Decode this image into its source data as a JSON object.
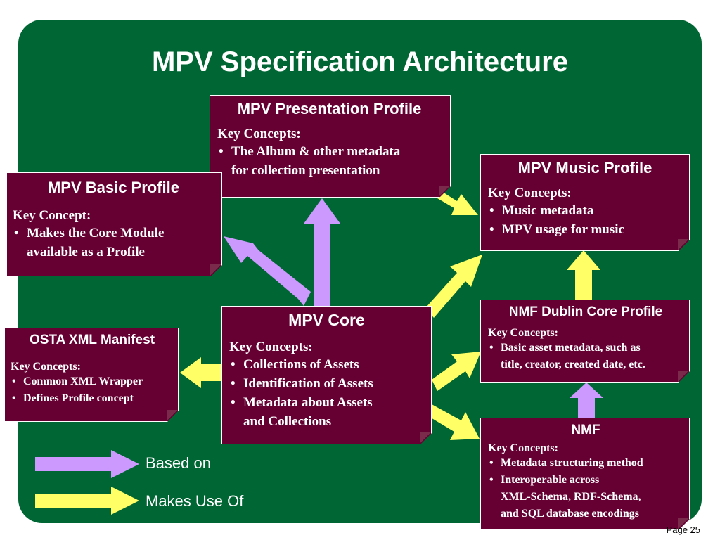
{
  "slide": {
    "title": "MPV Specification Architecture",
    "page": "Page 25",
    "colors": {
      "background": "#006633",
      "box": "#660033",
      "based_on": "#cc99ff",
      "makes_use_of": "#ffff66"
    }
  },
  "boxes": {
    "presentation": {
      "title": "MPV Presentation Profile",
      "key": "Key Concepts:",
      "items": [
        "The Album & other metadata",
        "for collection presentation"
      ]
    },
    "music": {
      "title": "MPV Music Profile",
      "key": "Key Concepts:",
      "items": [
        "Music metadata",
        "MPV usage for music"
      ]
    },
    "basic": {
      "title": "MPV Basic Profile",
      "key": "Key Concept:",
      "items": [
        "Makes the Core Module",
        "available as a Profile"
      ]
    },
    "core": {
      "title": "MPV Core",
      "key": "Key Concepts:",
      "items": [
        "Collections of Assets",
        "Identification of Assets",
        "Metadata about Assets",
        "and Collections"
      ]
    },
    "osta": {
      "title": "OSTA XML Manifest",
      "key": "Key Concepts:",
      "items": [
        "Common XML Wrapper",
        "Defines Profile concept"
      ]
    },
    "dublin": {
      "title": "NMF Dublin Core Profile",
      "key": "Key Concepts:",
      "items": [
        "Basic asset metadata, such as",
        "title, creator, created date, etc."
      ]
    },
    "nmf": {
      "title": "NMF",
      "key": "Key Concepts:",
      "items": [
        "Metadata structuring method",
        "Interoperable across",
        "XML-Schema, RDF-Schema,",
        "and SQL database encodings"
      ]
    }
  },
  "legend": {
    "based_on": "Based on",
    "makes_use_of": "Makes Use Of"
  }
}
